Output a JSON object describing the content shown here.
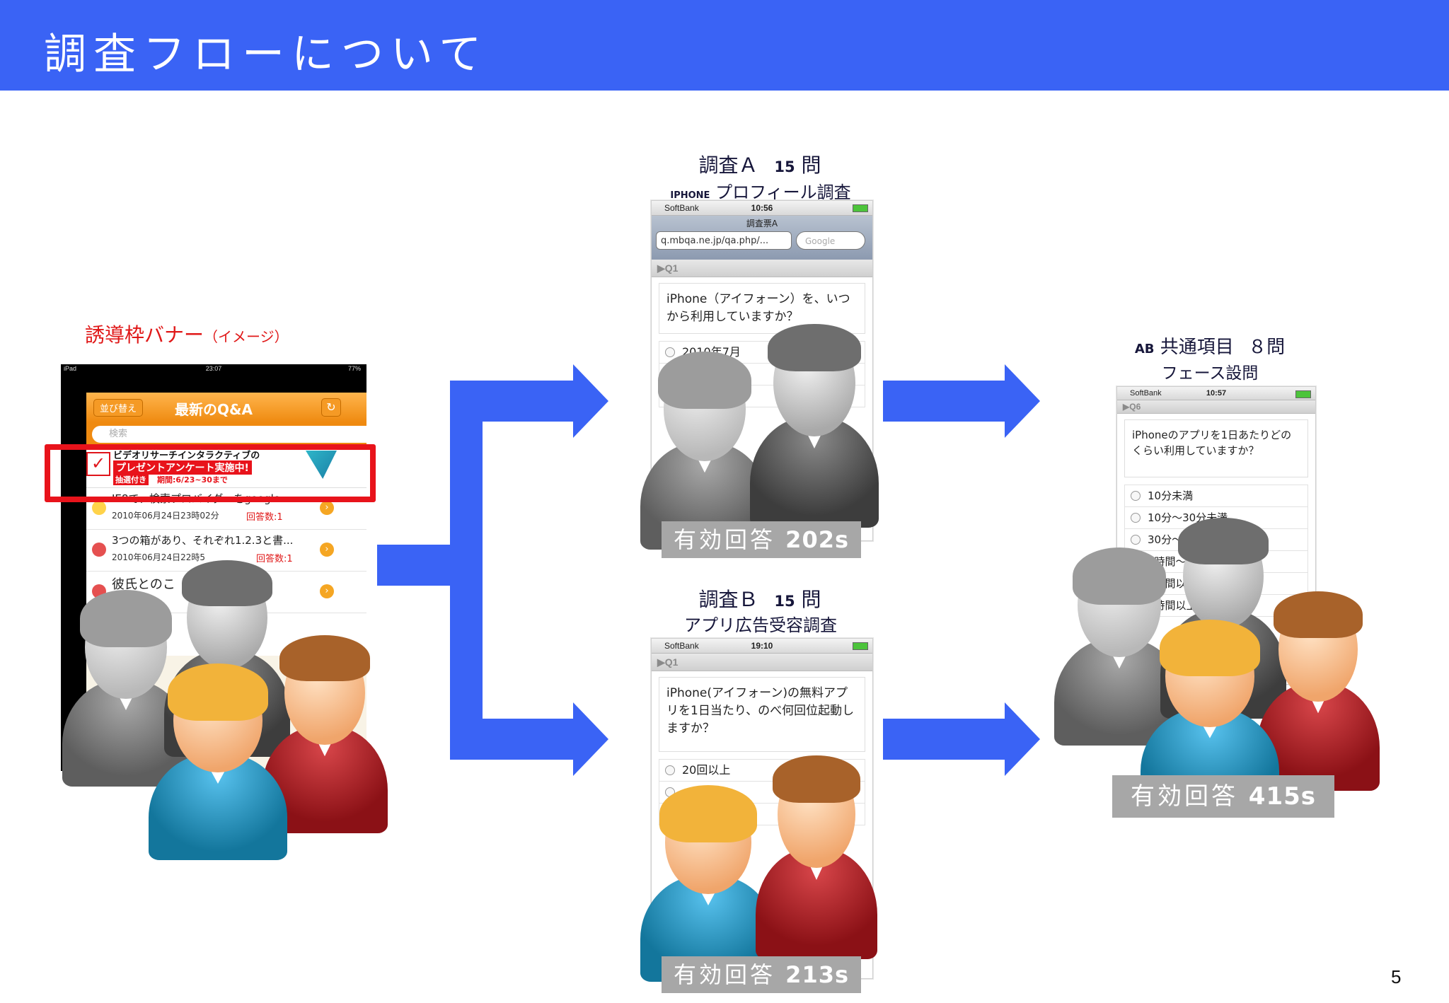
{
  "header": {
    "title": "調査フローについて"
  },
  "left": {
    "label": "誘導枠バナー",
    "label_note": "イメージ",
    "ipad": {
      "status_left": "iPad",
      "status_time": "23:07",
      "status_right": "77%",
      "sort_button": "並び替え",
      "nav_title": "最新のQ&A",
      "search_placeholder": "検索",
      "banner_line1": "ビデオリサーチインタラクティブの",
      "banner_line2": "プレゼントアンケート実施中!",
      "banner_line3": "抽選付き",
      "banner_line4": "期間:6/23~30まで",
      "items": [
        {
          "title": "IE8で、検索プロバイダーをgoogle...",
          "date": "2010年06月24日23時02分",
          "answers": "回答数:1"
        },
        {
          "title": "3つの箱があり、それぞれ1.2.3と書...",
          "date": "2010年06月24日22時5",
          "answers": "回答数:1"
        },
        {
          "title": "彼氏とのこ",
          "date": "",
          "answers": ""
        }
      ]
    }
  },
  "survey_a": {
    "title": "調査Ａ",
    "count": "15",
    "unit": "問",
    "subtitle_prefix": "IPHONE",
    "subtitle": "プロフィール調査",
    "phone": {
      "carrier": "SoftBank",
      "time": "10:56",
      "page_title": "調査票A",
      "url": "q.mbqa.ne.jp/qa.php/...",
      "search_placeholder": "Google",
      "question_no": "Q1",
      "question": "iPhone（アイフォーン）を、いつから利用していますか？",
      "option1": "2010年7月"
    },
    "result_label": "有効回答",
    "result_value": "202s"
  },
  "survey_b": {
    "title": "調査Ｂ",
    "count": "15",
    "unit": "問",
    "subtitle": "アプリ広告受容調査",
    "phone": {
      "carrier": "SoftBank",
      "time": "19:10",
      "question_no": "Q1",
      "question": "iPhone(アイフォーン)の無料アプリを1日当たり、のべ何回位起動しますか？",
      "option1": "20回以上"
    },
    "result_label": "有効回答",
    "result_value": "213s"
  },
  "common": {
    "prefix": "AB",
    "title": "共通項目",
    "count": "８",
    "unit": "問",
    "subtitle": "フェース設問",
    "phone": {
      "carrier": "SoftBank",
      "time": "10:57",
      "question_no": "Q6",
      "question": "iPhoneのアプリを1日あたりどのくらい利用していますか？",
      "options": [
        "10分未満",
        "10分～30分未満",
        "30分～1時間未満",
        "1時間～2時間未満",
        "2時間以上",
        "3時間以上"
      ]
    },
    "result_label": "有効回答",
    "result_value": "415s"
  },
  "page_number": "5",
  "colors": {
    "header_bg": "#3a63f5",
    "arrow": "#3a63f5",
    "highlight_frame": "#e8131b",
    "result_bg": "#a7a7a7",
    "label_red": "#e01818"
  }
}
